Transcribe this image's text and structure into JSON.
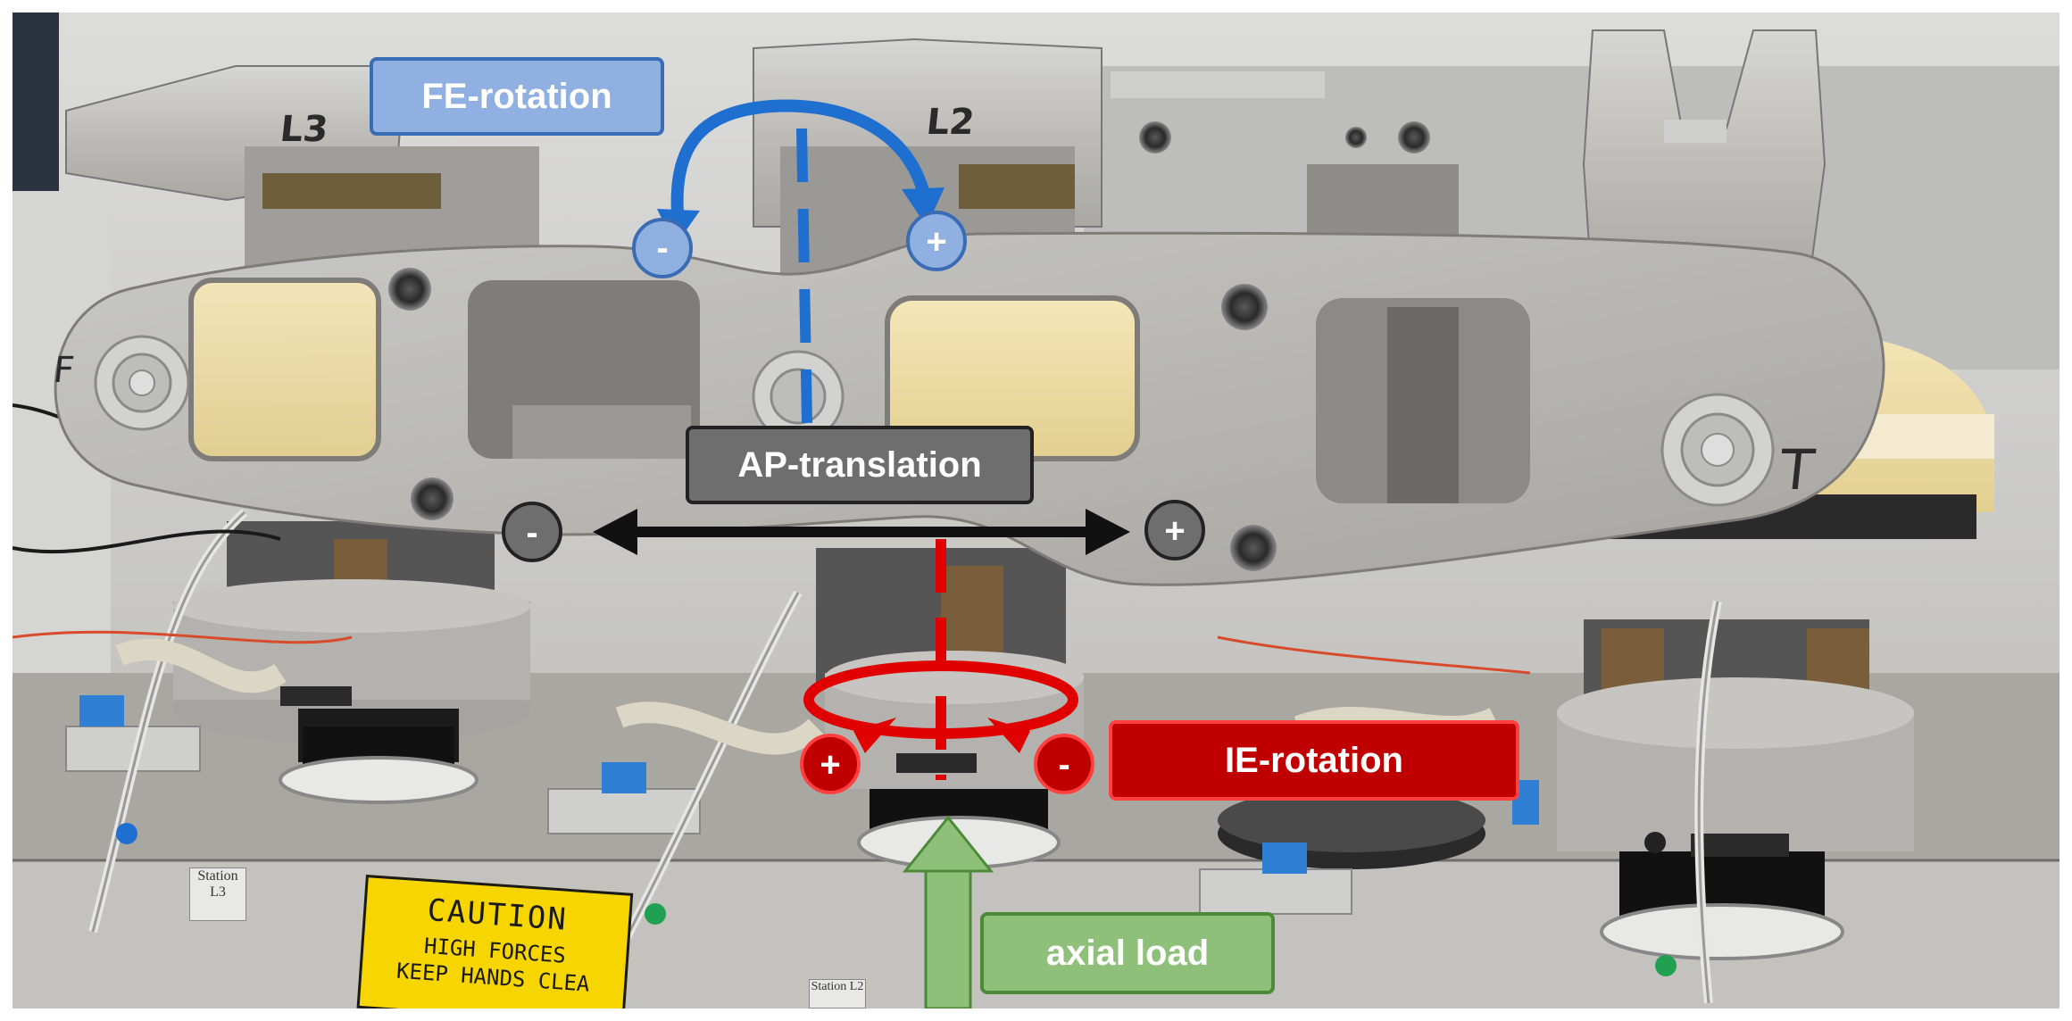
{
  "labels": {
    "fe_rotation": "FE-rotation",
    "ap_translation": "AP-translation",
    "ie_rotation": "IE-rotation",
    "axial_load": "axial load"
  },
  "signs": {
    "fe_minus": "-",
    "fe_plus": "+",
    "ap_minus": "-",
    "ap_plus": "+",
    "ie_plus": "+",
    "ie_minus": "-"
  },
  "caution_sign": {
    "line1": "CAUTION",
    "line2": "HIGH FORCES",
    "line3": "KEEP HANDS CLEA"
  },
  "station_labels": {
    "l3": "Station L3",
    "l2": "Station L2"
  },
  "handwritten": {
    "l3": "L3",
    "l2": "L2",
    "t": "T",
    "f": "F"
  },
  "colors": {
    "fe_blue": "#1f6fd1",
    "ap_black": "#111111",
    "ie_red": "#e00000",
    "axial_green": "#8fc07a"
  }
}
